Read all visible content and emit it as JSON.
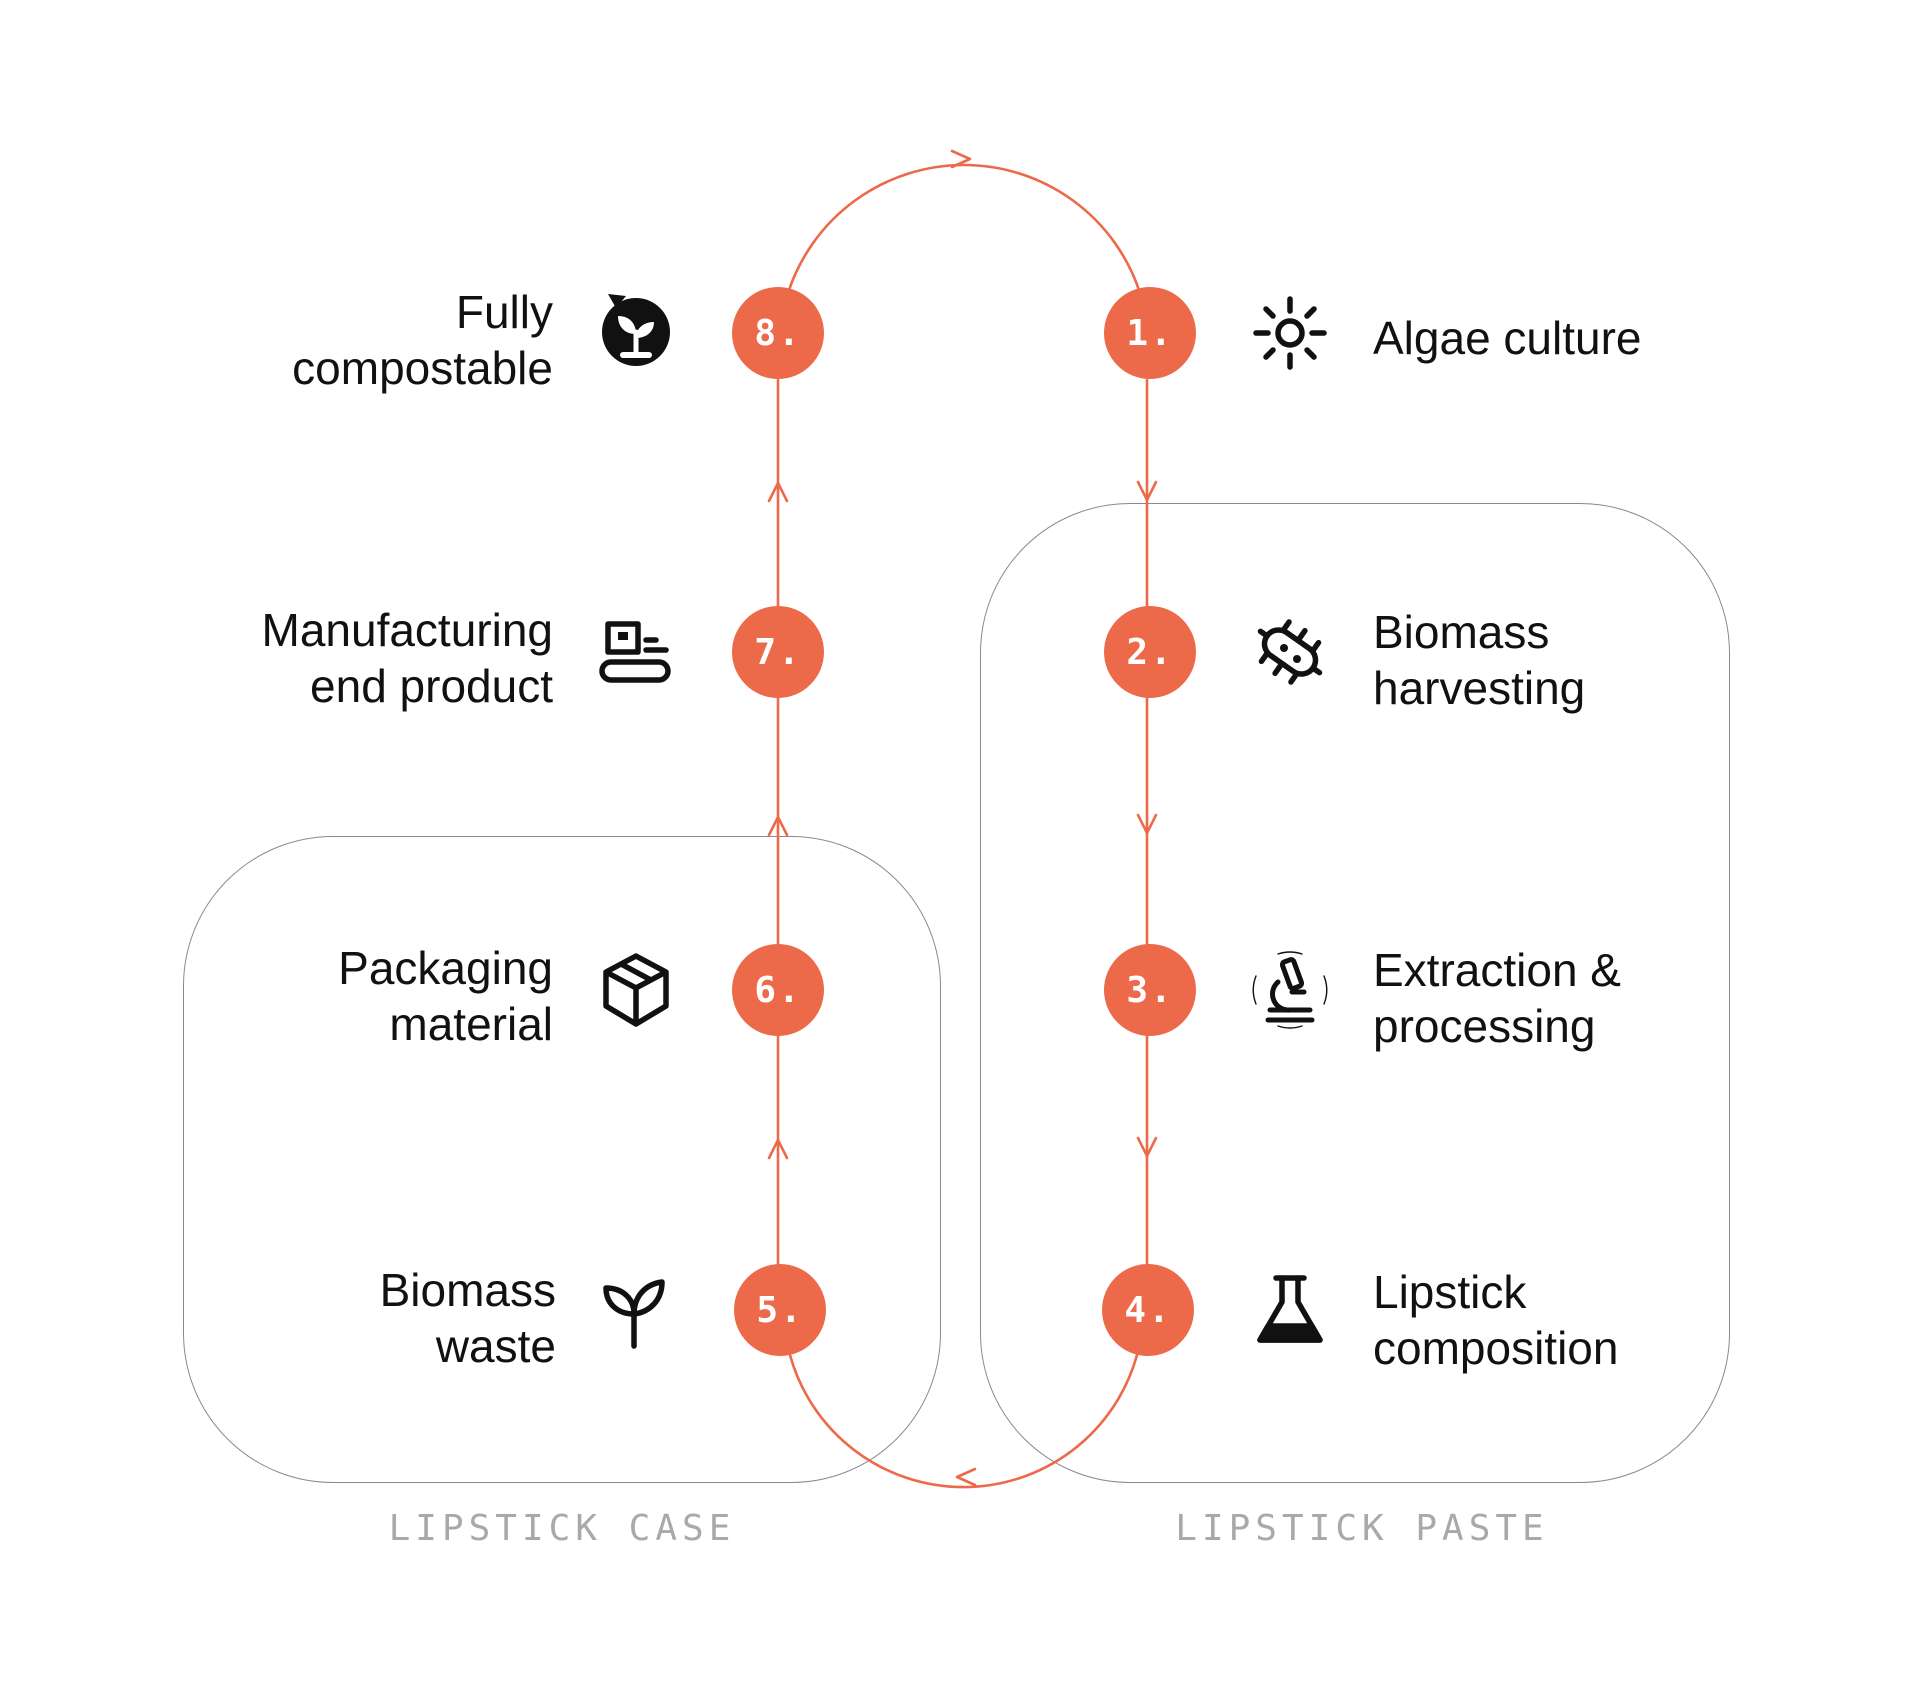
{
  "colors": {
    "accent": "#ec6a4a",
    "box_border": "#8a8a8a",
    "group_label": "#a9a9a9",
    "text": "#111111"
  },
  "groups": [
    {
      "id": "case",
      "label": "LIPSTICK CASE"
    },
    {
      "id": "paste",
      "label": "LIPSTICK PASTE"
    }
  ],
  "steps": [
    {
      "number": "1.",
      "label": "Algae culture",
      "icon": "sun-icon"
    },
    {
      "number": "2.",
      "label": "Biomass\nharvesting",
      "icon": "microbe-icon"
    },
    {
      "number": "3.",
      "label": "Extraction &\nprocessing",
      "icon": "microscope-icon"
    },
    {
      "number": "4.",
      "label": "Lipstick\ncomposition",
      "icon": "flask-icon"
    },
    {
      "number": "5.",
      "label": "Biomass\nwaste",
      "icon": "sprout-icon"
    },
    {
      "number": "6.",
      "label": "Packaging\nmaterial",
      "icon": "box-icon"
    },
    {
      "number": "7.",
      "label": "Manufacturing\nend product",
      "icon": "conveyor-icon"
    },
    {
      "number": "8.",
      "label": "Fully\ncompostable",
      "icon": "compost-icon"
    }
  ]
}
